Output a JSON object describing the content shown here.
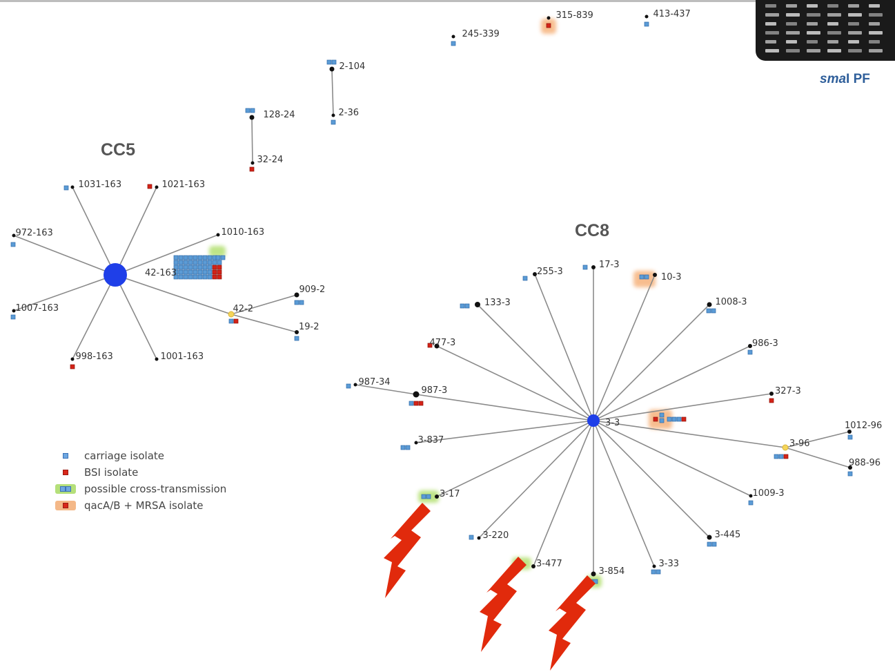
{
  "titles": {
    "cc5": "CC5",
    "cc8": "CC8"
  },
  "pfge_caption": {
    "italic": "sma",
    "rest": "I PF"
  },
  "colors": {
    "carriage": "#5b9bd5",
    "bsi": "#d42318",
    "edge": "#888888",
    "hub": "#1f3fe8",
    "cross_glow": "#9bd34a",
    "qac_glow": "#f0a060",
    "lightning": "#e12a0c"
  },
  "legend": [
    {
      "swatch": "carriage",
      "label": "carriage isolate"
    },
    {
      "swatch": "bsi",
      "label": "BSI isolate"
    },
    {
      "swatch": "cross",
      "label": "possible cross-transmission"
    },
    {
      "swatch": "qac",
      "label": "qacA/B + MRSA isolate"
    }
  ],
  "nodes": {
    "n245_339": "245-339",
    "n315_839": "315-839",
    "n413_437": "413-437",
    "n2_104": "2-104",
    "n2_36": "2-36",
    "n128_24": "128-24",
    "n32_24": "32-24",
    "cc5": {
      "hub": "42-163",
      "n1031": "1031-163",
      "n1021": "1021-163",
      "n972": "972-163",
      "n1010": "1010-163",
      "n1007": "1007-163",
      "n998": "998-163",
      "n1001": "1001-163",
      "n42_2": "42-2",
      "n909_2": "909-2",
      "n19_2": "19-2"
    },
    "cc8": {
      "hub": "3-3",
      "n17": "17-3",
      "n255": "255-3",
      "n10": "10-3",
      "n133": "133-3",
      "n1008": "1008-3",
      "n477": "477-3",
      "n986": "986-3",
      "n987_34": "987-34",
      "n987_3": "987-3",
      "n327": "327-3",
      "n3_837": "3-837",
      "n3_96": "3-96",
      "n1012": "1012-96",
      "n988": "988-96",
      "n3_17": "3-17",
      "n1009": "1009-3",
      "n3_220": "3-220",
      "n3_445": "3-445",
      "n3_477": "3-477",
      "n3_854": "3-854",
      "n3_33": "3-33"
    }
  }
}
